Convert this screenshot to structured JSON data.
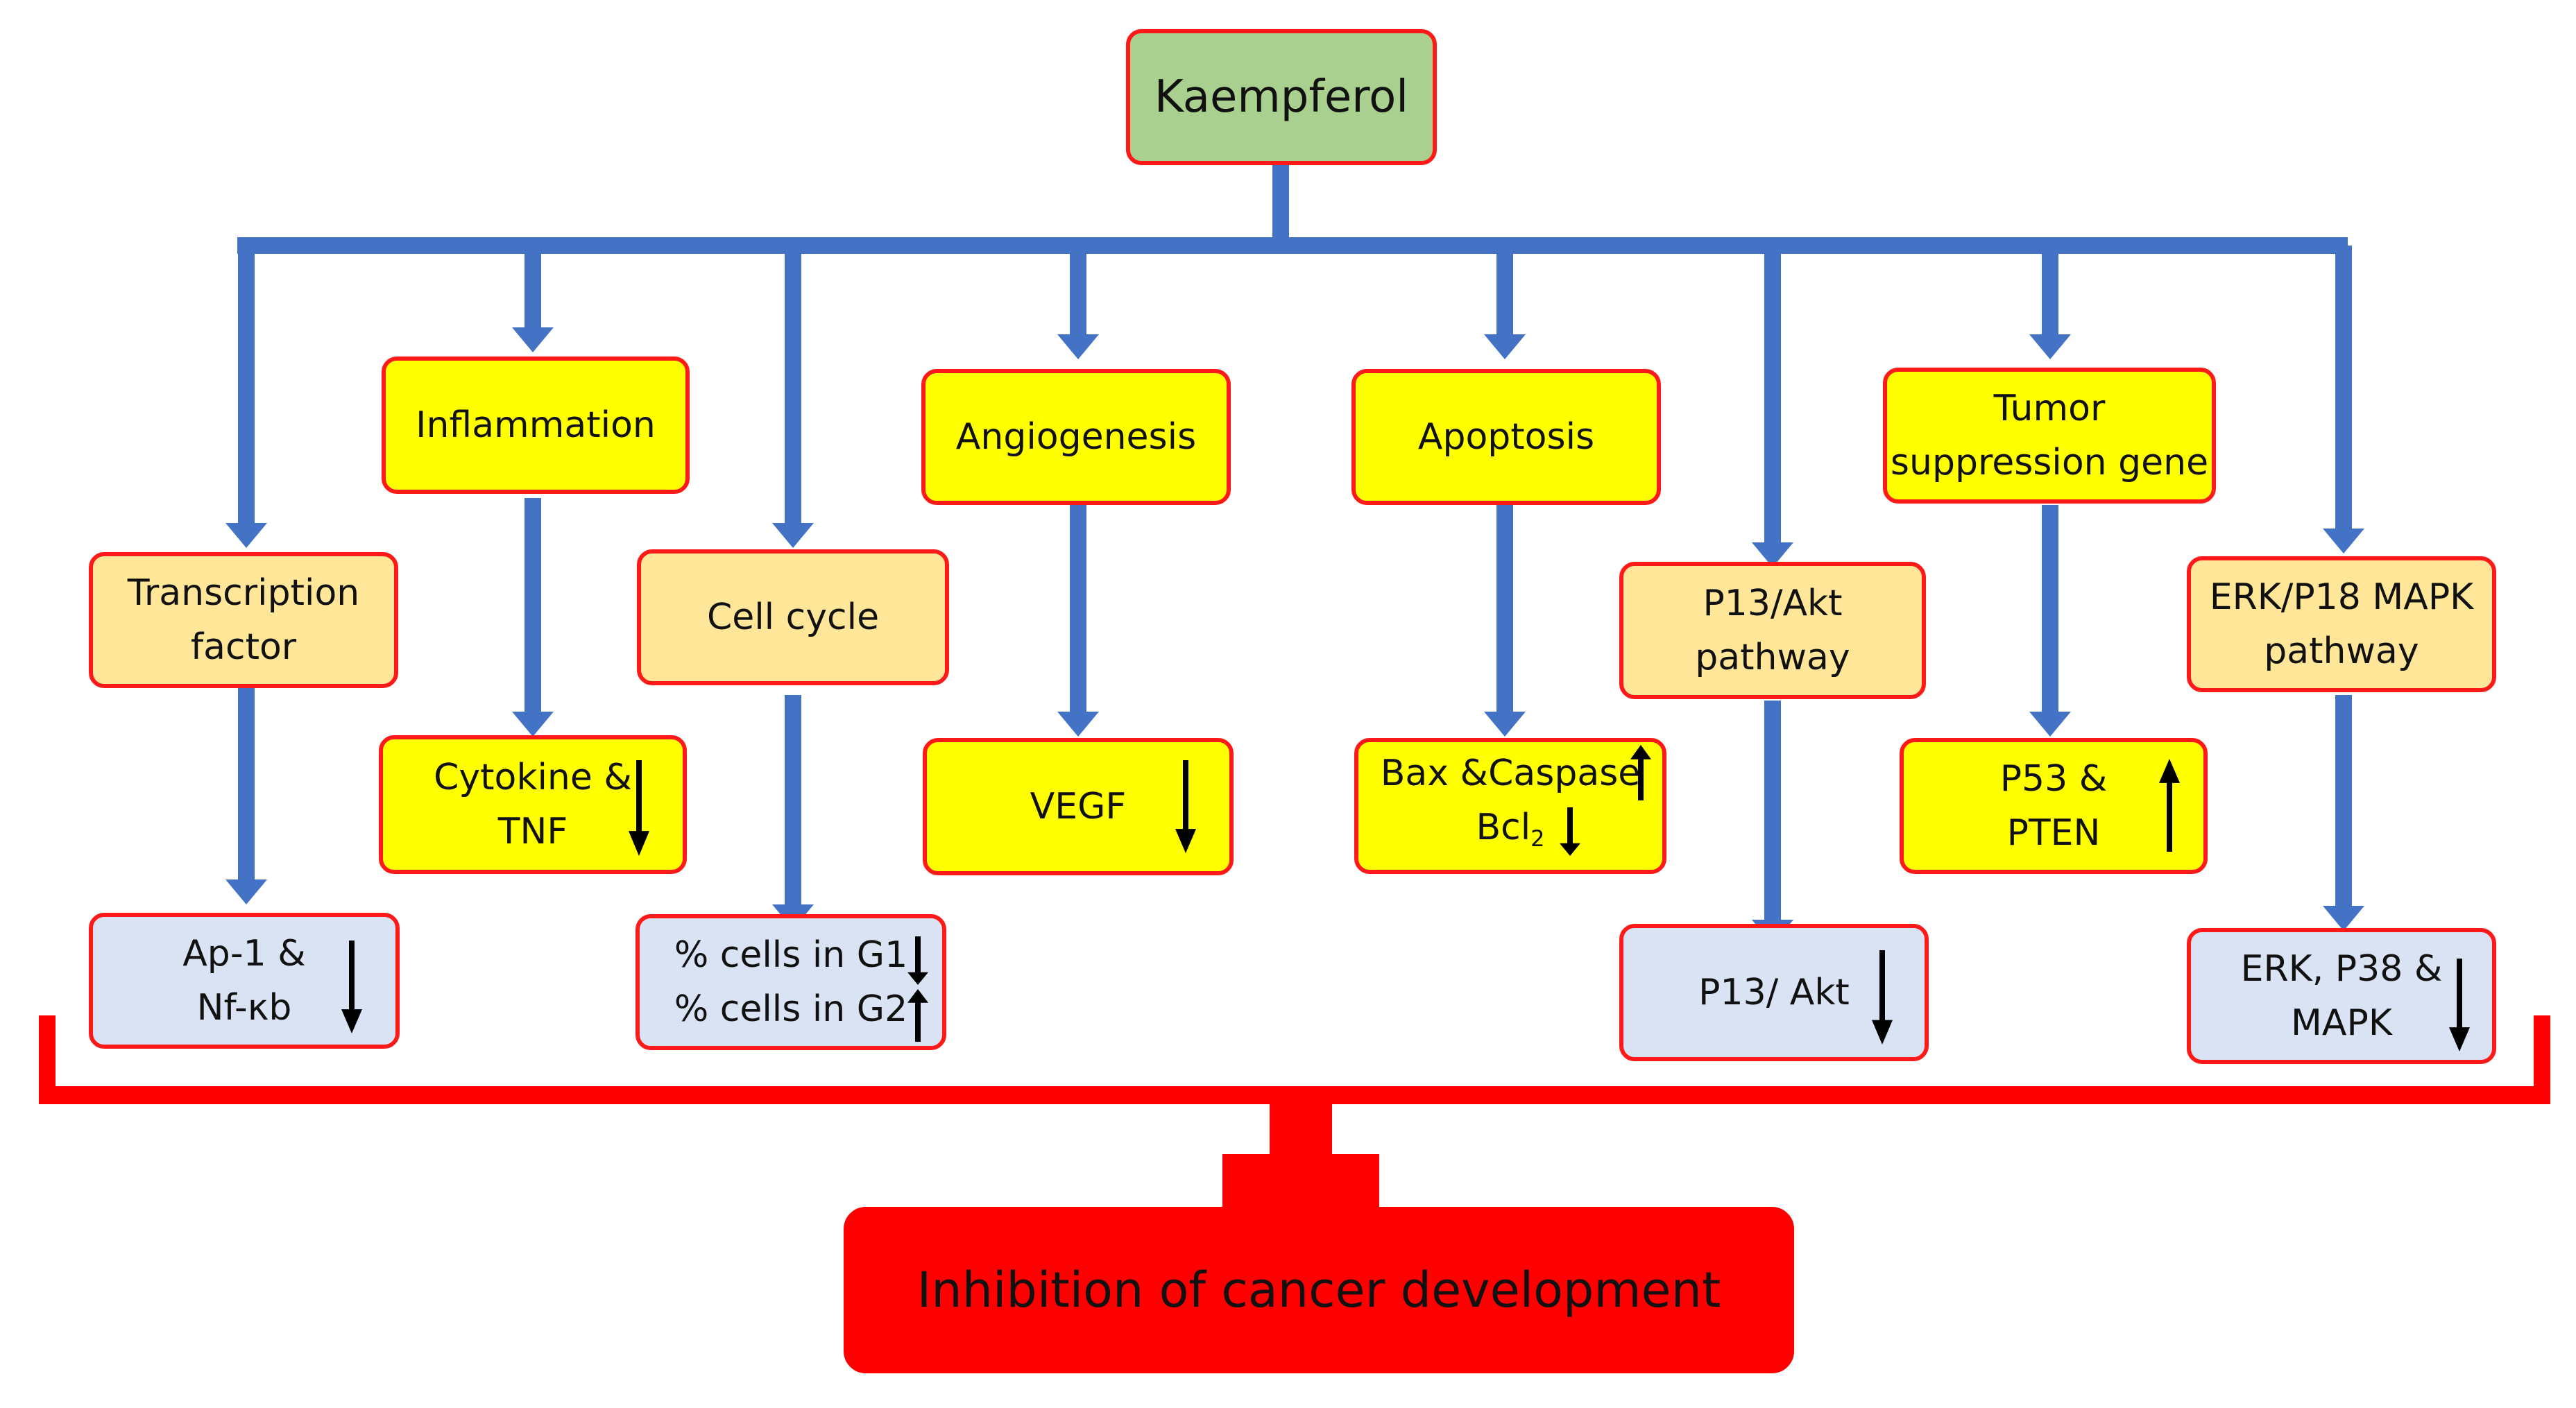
{
  "root": {
    "label": "Kaempferol"
  },
  "categories": [
    {
      "id": "transcription",
      "lines": [
        "Transcription",
        "factor"
      ]
    },
    {
      "id": "inflammation",
      "lines": [
        "Inflammation"
      ]
    },
    {
      "id": "cellcycle",
      "lines": [
        "Cell cycle"
      ]
    },
    {
      "id": "angiogenesis",
      "lines": [
        "Angiogenesis"
      ]
    },
    {
      "id": "apoptosis",
      "lines": [
        "Apoptosis"
      ]
    },
    {
      "id": "pi3k",
      "lines": [
        "P13/Akt",
        "pathway"
      ]
    },
    {
      "id": "tumor",
      "lines": [
        "Tumor",
        "suppression gene"
      ]
    },
    {
      "id": "erk",
      "lines": [
        "ERK/P18 MAPK",
        "pathway"
      ]
    }
  ],
  "effects": [
    {
      "id": "ap1",
      "lines": [
        "Ap-1 &",
        "Nf-κb"
      ],
      "direction": "down"
    },
    {
      "id": "cytokine",
      "lines": [
        "Cytokine &",
        "TNF"
      ],
      "direction": "down"
    },
    {
      "id": "g1",
      "lines": [
        "% cells in G1"
      ],
      "direction": "down"
    },
    {
      "id": "g2",
      "lines": [
        "% cells in G2"
      ],
      "direction": "up"
    },
    {
      "id": "vegf",
      "lines": [
        "VEGF"
      ],
      "direction": "down"
    },
    {
      "id": "bax",
      "lines": [
        "Bax &Caspase"
      ],
      "direction": "up"
    },
    {
      "id": "bcl",
      "label": "Bcl",
      "subscript": "2",
      "direction": "down"
    },
    {
      "id": "p13akt",
      "lines": [
        "P13/ Akt"
      ],
      "direction": "down"
    },
    {
      "id": "p53",
      "lines": [
        "P53 &",
        "PTEN"
      ],
      "direction": "up"
    },
    {
      "id": "erkp38",
      "lines": [
        "ERK, P38 &",
        "MAPK"
      ],
      "direction": "down"
    }
  ],
  "outcome": {
    "label": "Inhibition of cancer development"
  },
  "colors": {
    "connector": "#4472c4",
    "border": "#ff1a1a",
    "inhibit": "#ff0000",
    "root_fill": "#a9d08e",
    "yellow_fill": "#ffff00",
    "peach_fill": "#ffe699",
    "blue_fill": "#dae3f3",
    "indicator": "#000000"
  }
}
